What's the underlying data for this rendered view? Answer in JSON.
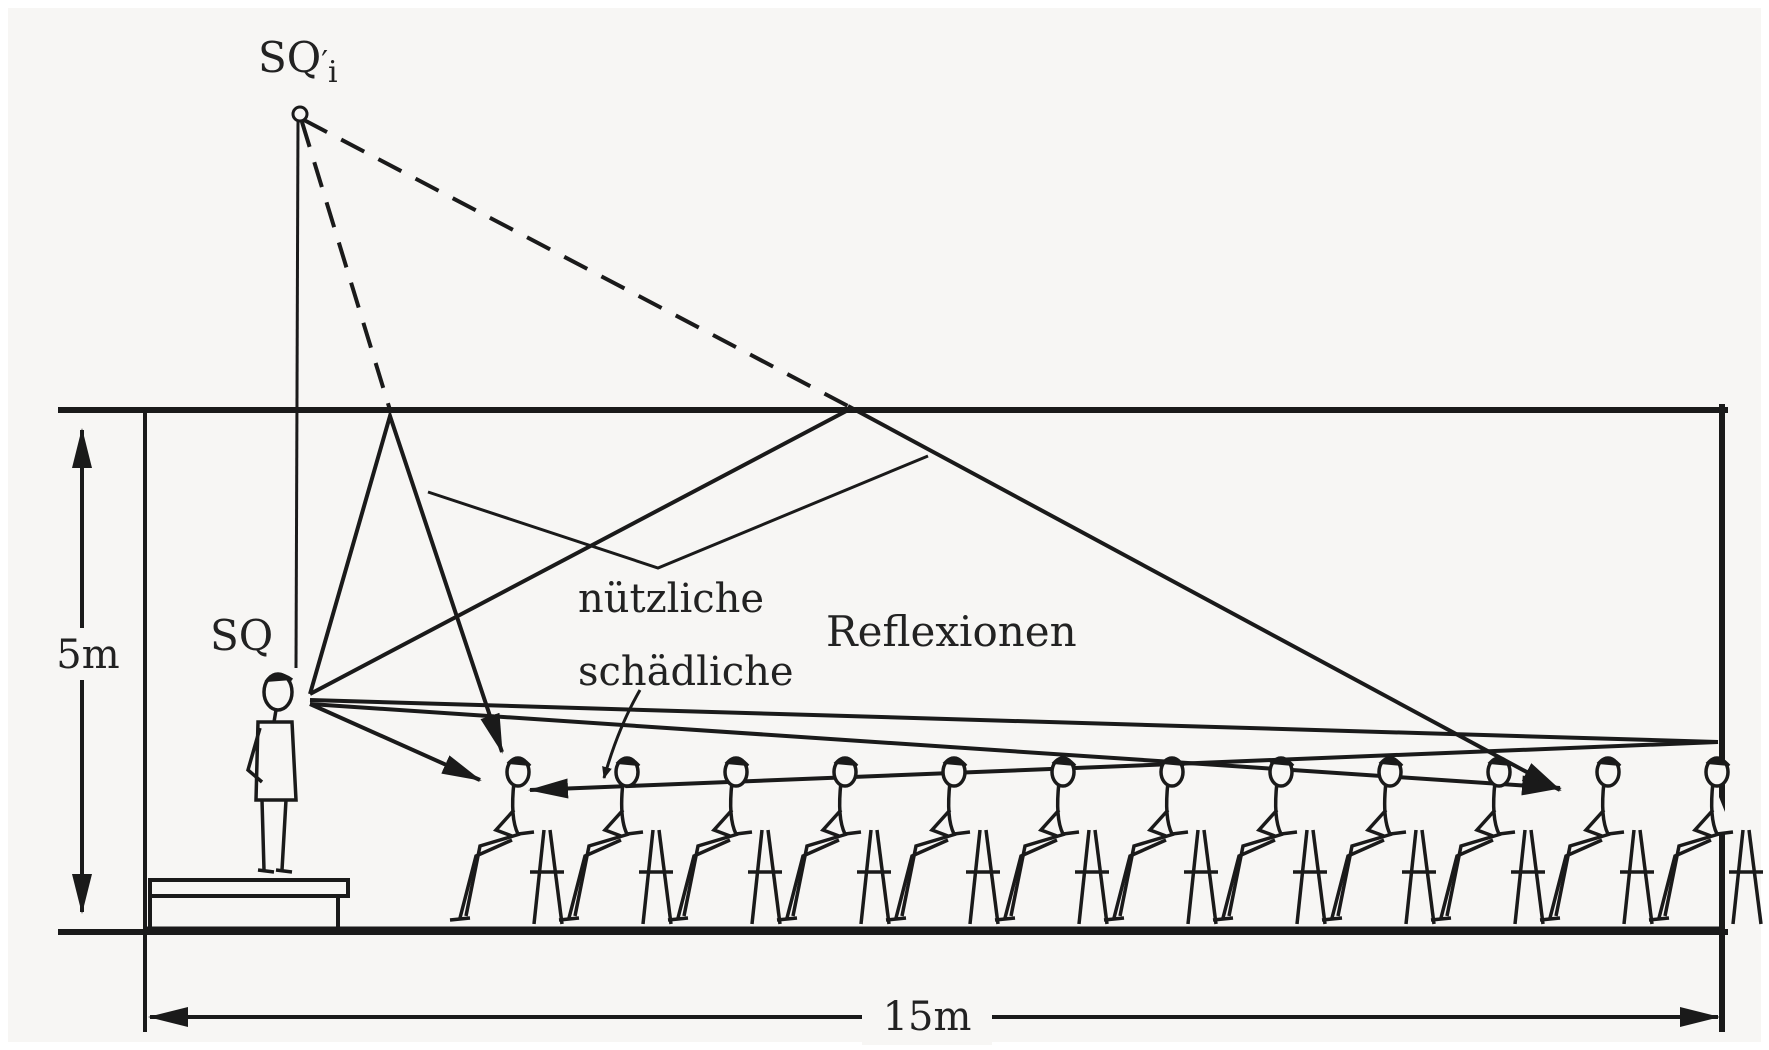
{
  "labels": {
    "image_source": "SQ",
    "image_source_prime": "SQ",
    "image_source_sub": "i",
    "source": "SQ",
    "useful": "nützliche",
    "harmful": "schädliche",
    "reflections": "Reflexionen",
    "height": "5m",
    "length": "15m"
  },
  "audience": {
    "seat_count": 12
  },
  "colors": {
    "ink": "#1a1a1a",
    "paper": "#f7f6f4"
  }
}
